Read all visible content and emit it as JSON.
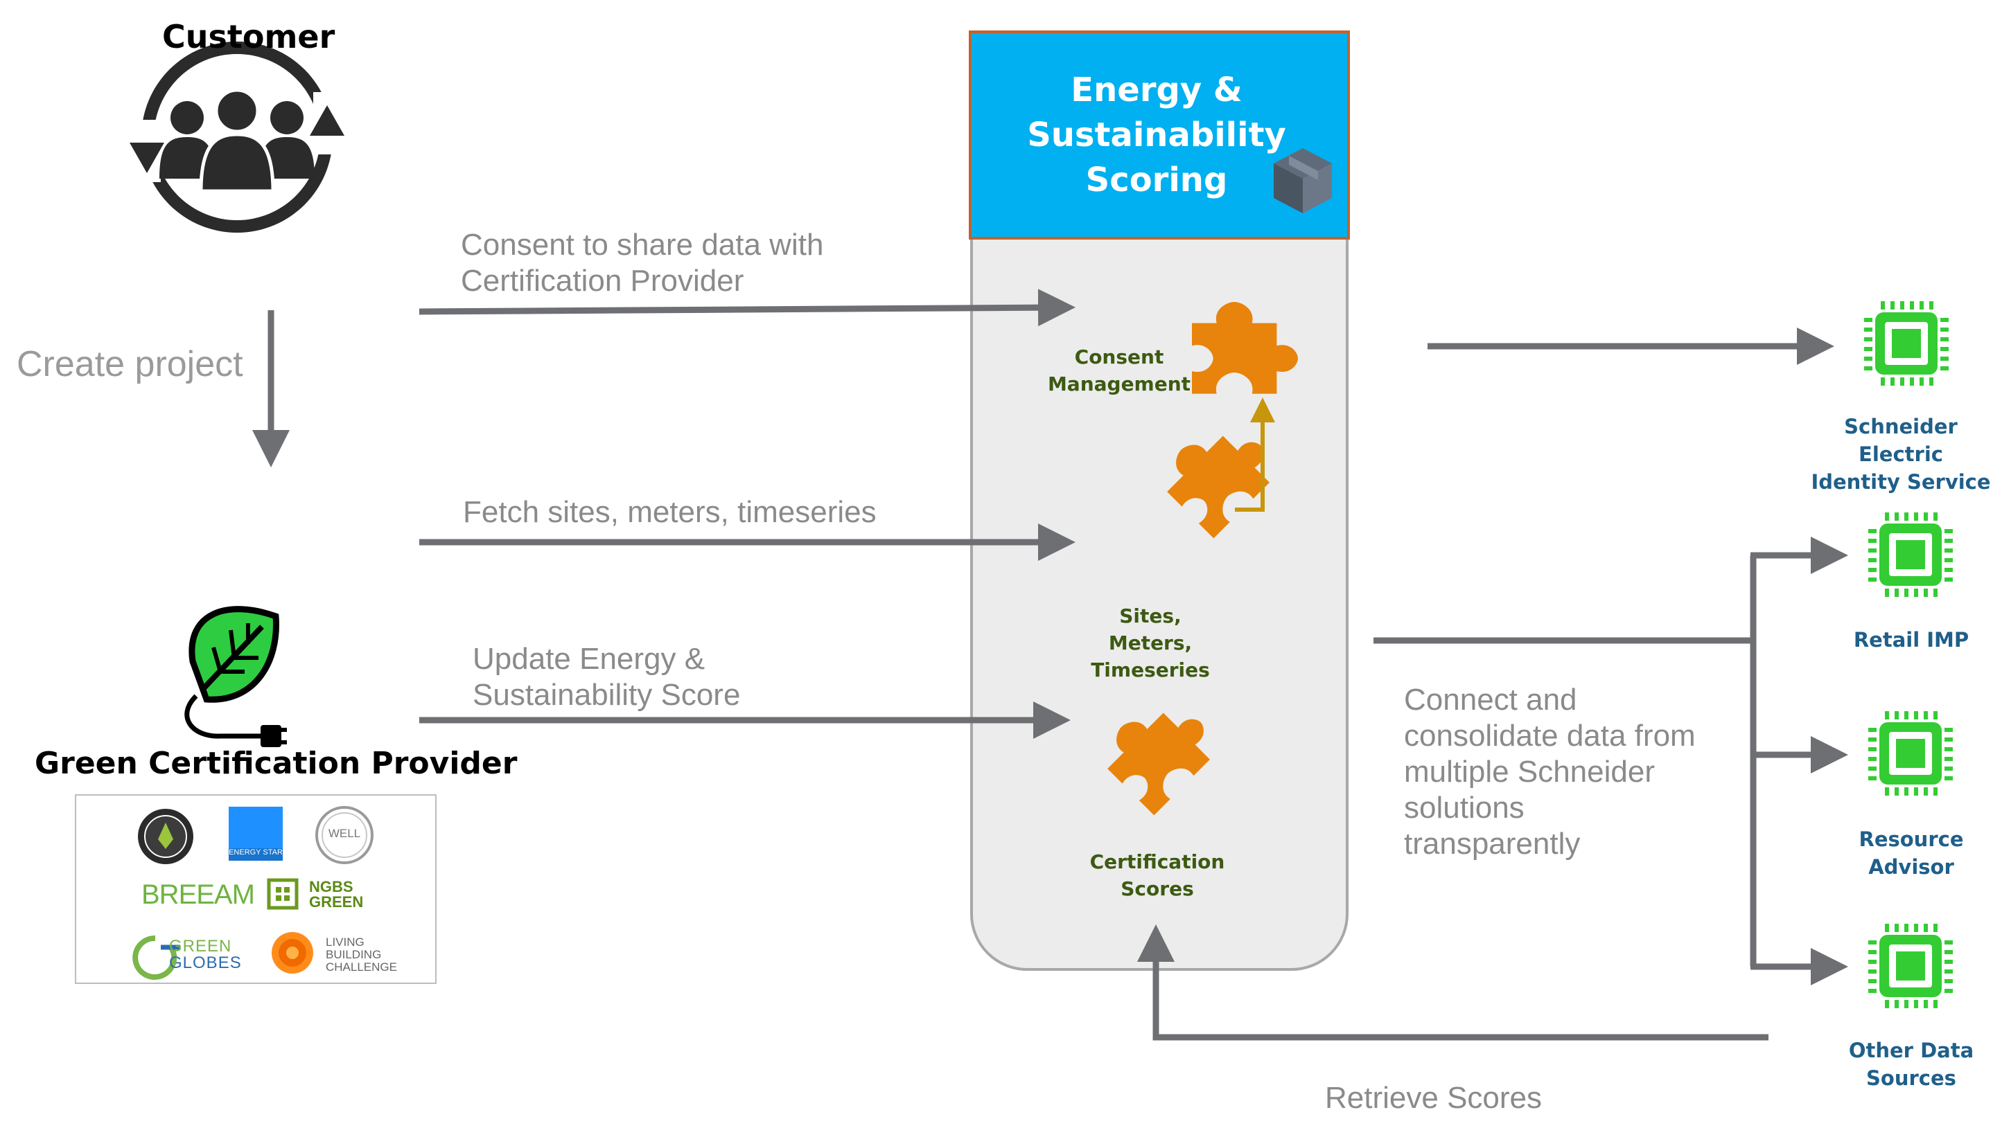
{
  "customer": {
    "title": "Customer"
  },
  "create_project": "Create project",
  "provider": {
    "title": "Green Certification Provider",
    "logos": {
      "breeam": "BREEAM",
      "ngbs_line1": "NGBS",
      "ngbs_line2": "GREEN",
      "green_globes_line1": "GREEN",
      "green_globes_line2": "GLOBES",
      "lbc_line1": "LIVING",
      "lbc_line2": "BUILDING",
      "lbc_line3": "CHALLENGE",
      "well": "WELL",
      "energy_star": "ENERGY STAR"
    }
  },
  "flows": {
    "consent_line1": "Consent to share data with",
    "consent_line2": "Certification Provider",
    "fetch": "Fetch sites, meters, timeseries",
    "update_line1": "Update Energy &",
    "update_line2": "Sustainability Score",
    "connect_line1": "Connect and",
    "connect_line2": "consolidate data from",
    "connect_line3": "multiple Schneider",
    "connect_line4": "solutions",
    "connect_line5": "transparently",
    "retrieve": "Retrieve Scores"
  },
  "scoring": {
    "title_line1": "Energy &",
    "title_line2": "Sustainability",
    "title_line3": "Scoring",
    "consent_line1": "Consent",
    "consent_line2": "Management",
    "sites_line1": "Sites,",
    "sites_line2": "Meters,",
    "sites_line3": "Timeseries",
    "cert_line1": "Certification",
    "cert_line2": "Scores"
  },
  "external": {
    "identity_line1": "Schneider Electric",
    "identity_line2": "Identity Service",
    "retail": "Retail IMP",
    "resource_line1": "Resource",
    "resource_line2": "Advisor",
    "other_line1": "Other Data",
    "other_line2": "Sources"
  },
  "colors": {
    "arrow_gray": "#6d6f73",
    "puzzle_orange": "#e8830c",
    "header_blue": "#00b0f0",
    "chip_green": "#33cc33",
    "gold_arrow": "#c8960c"
  }
}
